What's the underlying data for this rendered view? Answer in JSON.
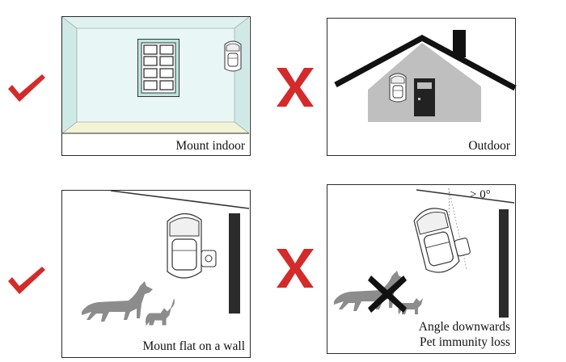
{
  "panels": {
    "indoor": {
      "caption": "Mount indoor"
    },
    "outdoor": {
      "caption": "Outdoor"
    },
    "flat_wall": {
      "caption": "Mount flat on a wall"
    },
    "angled": {
      "caption_line1": "Angle downwards",
      "caption_line2": "Pet immunity loss",
      "angle_label": "> 0°"
    }
  },
  "colors": {
    "check": "#d42a2a",
    "cross": "#d42a2a",
    "wall": "#2b2b2b",
    "pet": "#8c8c8c",
    "room_floor": "#fbfbe7",
    "room_walls": "#e2f5f3",
    "house": "#bfbfbf"
  }
}
